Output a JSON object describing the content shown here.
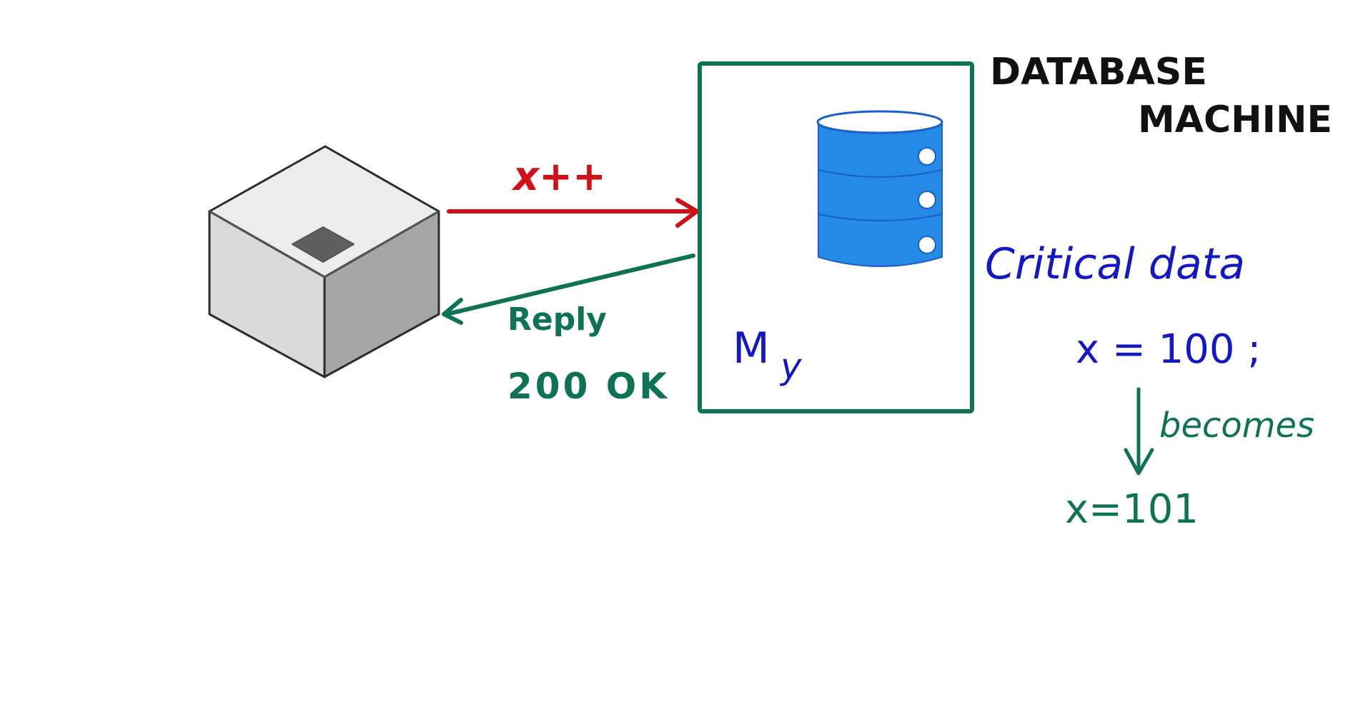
{
  "labels": {
    "request": "x++",
    "reply_line1": "Reply",
    "reply_line2": "200 OK",
    "machine_name": "My",
    "machine_name_base": "M",
    "machine_name_sub": "y",
    "title_line1": "DATABASE",
    "title_line2": "MACHINE",
    "critical": "Critical data",
    "value_before": "x = 100 ;",
    "becomes": "becomes",
    "value_after": "x=101"
  },
  "colors": {
    "request": "#d10f16",
    "reply": "#0e7354",
    "box_border": "#0e7354",
    "blue_text": "#1318c4",
    "black_text": "#111111",
    "db_fill": "#2589e6",
    "db_stroke": "#1b5fcc"
  },
  "icons": {
    "client": "client-cube-icon",
    "database": "database-cylinder-icon"
  }
}
